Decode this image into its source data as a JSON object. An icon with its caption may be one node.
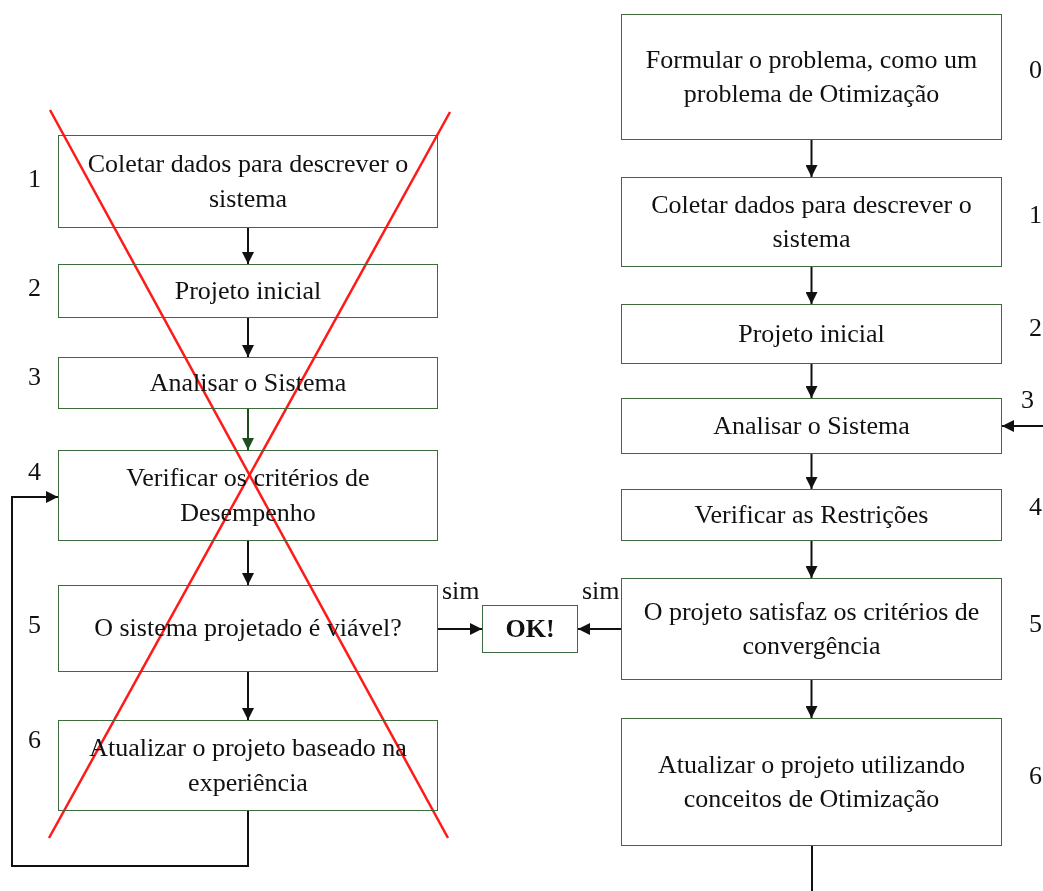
{
  "diagram": {
    "nodes": [
      {
        "text": [
          "Coletar dados para descrever o sistema"
        ],
        "beside": [
          "1"
        ]
      },
      {
        "text": [
          "Projeto inicial"
        ],
        "beside": [
          "2"
        ]
      },
      {
        "text": [
          "Analisar o Sistema"
        ],
        "beside": [
          "3"
        ]
      },
      {
        "text": [
          "Verificar os critérios de Desempenho"
        ],
        "beside": [
          "4"
        ]
      },
      {
        "text": [
          "O sistema projetado é viável?"
        ],
        "beside": [
          "5"
        ]
      },
      {
        "text": [
          "Atualizar o projeto baseado na experiência"
        ],
        "beside": [
          "6"
        ]
      },
      {
        "text": [
          "OK!"
        ]
      },
      {
        "text": [
          "Formular o problema, como um problema de Otimização"
        ],
        "beside": [
          "0"
        ]
      },
      {
        "text": [
          "Coletar dados para descrever o sistema"
        ],
        "beside": [
          "1"
        ]
      },
      {
        "text": [
          "Projeto inicial"
        ],
        "beside": [
          "2"
        ]
      },
      {
        "text": [
          "Analisar o Sistema"
        ],
        "beside": [
          "3"
        ]
      },
      {
        "text": [
          "Verificar as Restrições"
        ],
        "beside": [
          "4"
        ]
      },
      {
        "text": [
          "O projeto satisfaz os critérios de convergência"
        ],
        "beside": [
          "5"
        ]
      },
      {
        "text": [
          "Atualizar o projeto utilizando conceitos de Otimização"
        ],
        "beside": [
          "6"
        ]
      }
    ],
    "edges": [
      {
        "from": 0,
        "to": 1,
        "arrow": "to"
      },
      {
        "from": 1,
        "to": 2,
        "arrow": "to"
      },
      {
        "from": 2,
        "to": 3,
        "arrow": "to",
        "color": "#1f4d1f"
      },
      {
        "from": 3,
        "to": 4,
        "arrow": "to"
      },
      {
        "from": 4,
        "to": 5,
        "arrow": "to"
      },
      {
        "from": 5,
        "to": 3,
        "arrow": "to"
      },
      {
        "from": 4,
        "to": 6,
        "arrow": "to",
        "label": "sim"
      },
      {
        "from": 7,
        "to": 8,
        "arrow": "to"
      },
      {
        "from": 8,
        "to": 9,
        "arrow": "to"
      },
      {
        "from": 9,
        "to": 10,
        "arrow": "to"
      },
      {
        "from": 10,
        "to": 11,
        "arrow": "to"
      },
      {
        "from": 11,
        "to": 12,
        "arrow": "to"
      },
      {
        "from": 12,
        "to": 6,
        "arrow": "to",
        "label": "sim"
      },
      {
        "from": 12,
        "to": 13,
        "arrow": "to"
      },
      {
        "from": null,
        "to": 10,
        "arrow": "to"
      },
      {
        "from": 13,
        "to": null,
        "arrow": "none"
      }
    ]
  }
}
